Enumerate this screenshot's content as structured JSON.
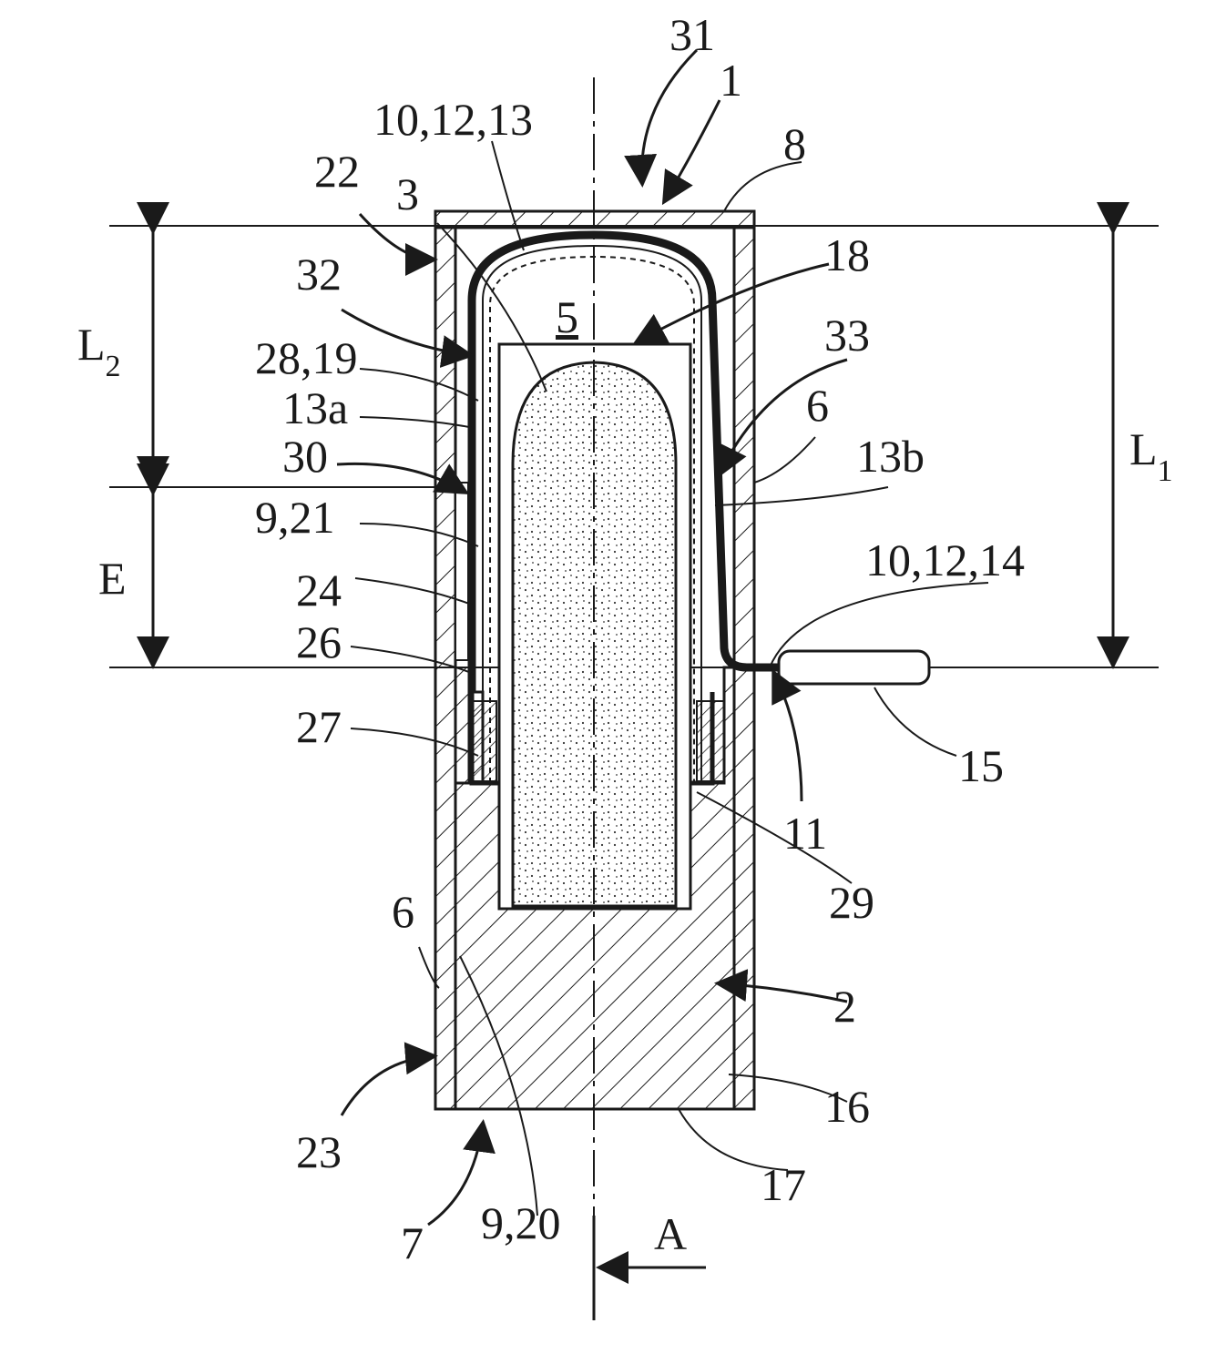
{
  "figure": {
    "labels": {
      "l31": "31",
      "l1": "1",
      "l10_12_13": "10,12,13",
      "l8": "8",
      "l22": "22",
      "l3": "3",
      "l18": "18",
      "l32": "32",
      "l5": "5",
      "l33": "33",
      "l28_19": "28,19",
      "l13a": "13a",
      "l6_right": "6",
      "l30": "30",
      "l13b": "13b",
      "l9_21": "9,21",
      "l10_12_14": "10,12,14",
      "l24": "24",
      "l26": "26",
      "l27": "27",
      "l15": "15",
      "l11": "11",
      "l29": "29",
      "l6_left": "6",
      "l2": "2",
      "l16": "16",
      "l23": "23",
      "l17": "17",
      "l7": "7",
      "l9_20": "9,20",
      "lA": "A",
      "lE": "E"
    },
    "dimensions": {
      "L2": {
        "main": "L",
        "sub": "2"
      },
      "L1": {
        "main": "L",
        "sub": "1"
      }
    }
  }
}
